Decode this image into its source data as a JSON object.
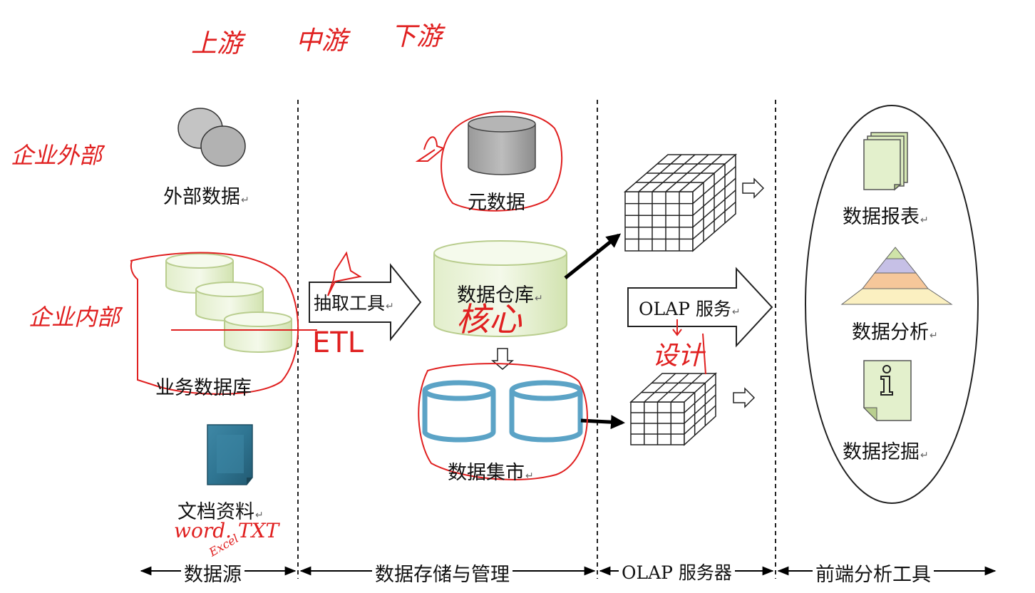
{
  "columns": {
    "data_source": "数据源",
    "storage": "数据存储与管理",
    "olap": "OLAP 服务器",
    "frontend": "前端分析工具"
  },
  "nodes": {
    "external_data": "外部数据",
    "business_db": "业务数据库",
    "documents": "文档资料",
    "etl_tool": "抽取工具",
    "metadata": "元数据",
    "data_warehouse": "数据仓库",
    "data_marts": "数据集市",
    "olap_service": "OLAP 服务",
    "report": "数据报表",
    "analysis": "数据分析",
    "mining": "数据挖掘"
  },
  "return_mark": "↵",
  "annotations": {
    "upstream": "上游",
    "midstream": "中游",
    "downstream": "下游",
    "external_side": "企业外部",
    "internal_side": "企业内部",
    "etl": "ETL",
    "core": "核心",
    "design": "设计",
    "word_txt": "word. TXT",
    "excel": "Excel"
  }
}
